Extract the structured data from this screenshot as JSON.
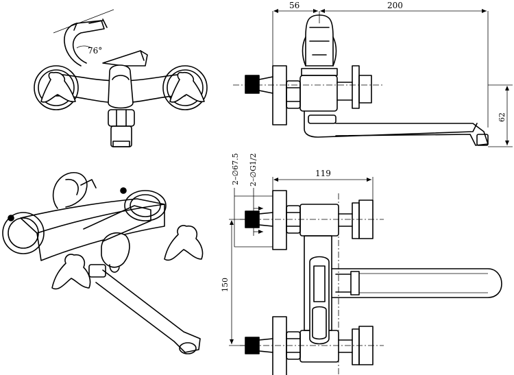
{
  "dimensions": {
    "top_left_offset": "56",
    "top_length": "200",
    "right_height": "62",
    "angle": "76°",
    "mount_width": "119",
    "connection_diameter": "2–∅67.5",
    "thread": "2–∅G1/2",
    "center_distance": "150"
  }
}
